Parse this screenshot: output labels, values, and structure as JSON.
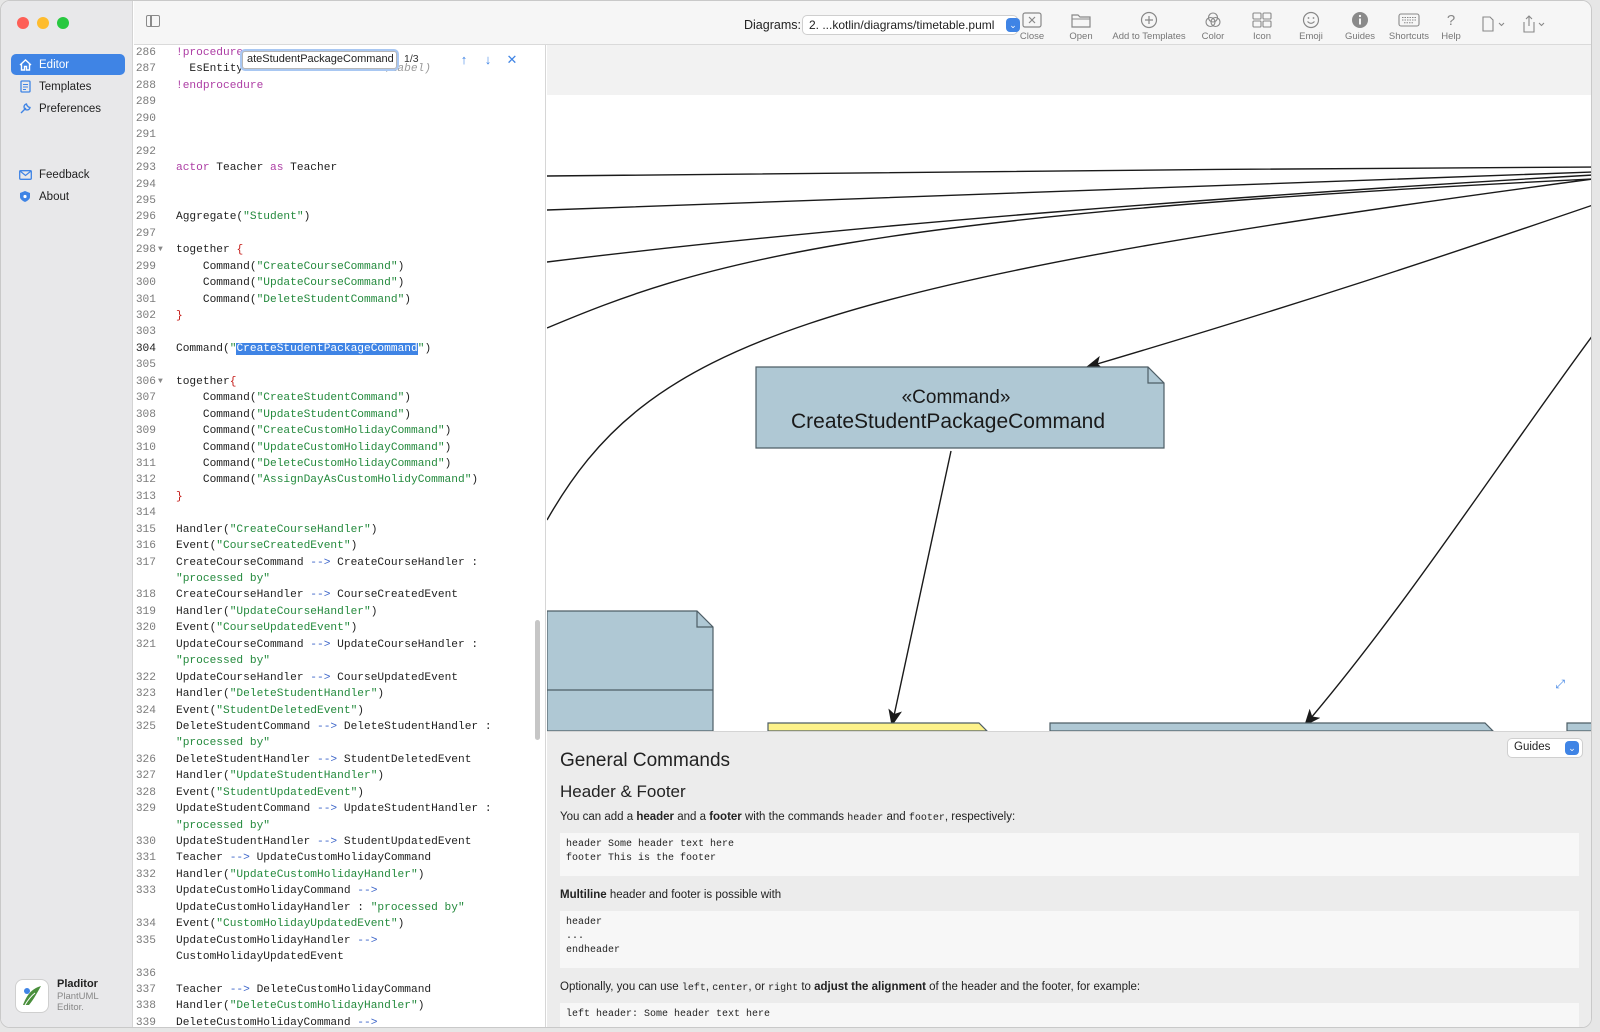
{
  "app": {
    "name": "Pladitor",
    "sub_line1": "PlantUML",
    "sub_line2": "Editor."
  },
  "sidebar": {
    "items": [
      {
        "label": "Editor",
        "icon": "home-icon",
        "active": true
      },
      {
        "label": "Templates",
        "icon": "document-icon"
      },
      {
        "label": "Preferences",
        "icon": "wrench-icon"
      }
    ],
    "items2": [
      {
        "label": "Feedback",
        "icon": "envelope-icon"
      },
      {
        "label": "About",
        "icon": "info-shield-icon"
      }
    ]
  },
  "toolbar": {
    "diagrams_label": "Diagrams:",
    "diagrams_value": "2. ...kotlin/diagrams/timetable.puml",
    "buttons": [
      {
        "label": "Close",
        "icon": "close-box-icon"
      },
      {
        "label": "Open",
        "icon": "folder-icon"
      },
      {
        "label": "Add to Templates",
        "icon": "plus-circle-icon"
      },
      {
        "label": "Color",
        "icon": "color-circles-icon"
      },
      {
        "label": "Icon",
        "icon": "grid-icon"
      },
      {
        "label": "Emoji",
        "icon": "smiley-icon"
      },
      {
        "label": "Guides",
        "icon": "info-circle-icon"
      },
      {
        "label": "Shortcuts",
        "icon": "keyboard-icon"
      },
      {
        "label": "Help",
        "icon": "question-icon"
      }
    ]
  },
  "find": {
    "query": "ateStudentPackageCommand",
    "count": "1/3"
  },
  "code": [
    {
      "n": "286",
      "t": "!procedure"
    },
    {
      "n": "287",
      "t": "  EsEntity"
    },
    {
      "n": "288",
      "t": "!endprocedure"
    },
    {
      "n": "289",
      "t": ""
    },
    {
      "n": "290",
      "t": ""
    },
    {
      "n": "291",
      "t": ""
    },
    {
      "n": "292",
      "t": ""
    },
    {
      "n": "293",
      "t": "actor Teacher as Teacher"
    },
    {
      "n": "294",
      "t": ""
    },
    {
      "n": "295",
      "t": ""
    },
    {
      "n": "296",
      "t": "Aggregate(\"Student\")"
    },
    {
      "n": "297",
      "t": ""
    },
    {
      "n": "298",
      "t": "together {",
      "fold": true
    },
    {
      "n": "299",
      "t": "    Command(\"CreateCourseCommand\")"
    },
    {
      "n": "300",
      "t": "    Command(\"UpdateCourseCommand\")"
    },
    {
      "n": "301",
      "t": "    Command(\"DeleteStudentCommand\")"
    },
    {
      "n": "302",
      "t": "}"
    },
    {
      "n": "303",
      "t": ""
    },
    {
      "n": "304",
      "t": "Command(\"CreateStudentPackageCommand\")",
      "current": true
    },
    {
      "n": "305",
      "t": ""
    },
    {
      "n": "306",
      "t": "together{",
      "fold": true
    },
    {
      "n": "307",
      "t": "    Command(\"CreateStudentCommand\")"
    },
    {
      "n": "308",
      "t": "    Command(\"UpdateStudentCommand\")"
    },
    {
      "n": "309",
      "t": "    Command(\"CreateCustomHolidayCommand\")"
    },
    {
      "n": "310",
      "t": "    Command(\"UpdateCustomHolidayCommand\")"
    },
    {
      "n": "311",
      "t": "    Command(\"DeleteCustomHolidayCommand\")"
    },
    {
      "n": "312",
      "t": "    Command(\"AssignDayAsCustomHolidyCommand\")"
    },
    {
      "n": "313",
      "t": "}"
    },
    {
      "n": "314",
      "t": ""
    },
    {
      "n": "315",
      "t": "Handler(\"CreateCourseHandler\")"
    },
    {
      "n": "316",
      "t": "Event(\"CourseCreatedEvent\")"
    },
    {
      "n": "317",
      "t": "CreateCourseCommand --> CreateCourseHandler :"
    },
    {
      "n": "",
      "t": "\"processed by\""
    },
    {
      "n": "318",
      "t": "CreateCourseHandler --> CourseCreatedEvent"
    },
    {
      "n": "319",
      "t": "Handler(\"UpdateCourseHandler\")"
    },
    {
      "n": "320",
      "t": "Event(\"CourseUpdatedEvent\")"
    },
    {
      "n": "321",
      "t": "UpdateCourseCommand --> UpdateCourseHandler :"
    },
    {
      "n": "",
      "t": "\"processed by\""
    },
    {
      "n": "322",
      "t": "UpdateCourseHandler --> CourseUpdatedEvent"
    },
    {
      "n": "323",
      "t": "Handler(\"DeleteStudentHandler\")"
    },
    {
      "n": "324",
      "t": "Event(\"StudentDeletedEvent\")"
    },
    {
      "n": "325",
      "t": "DeleteStudentCommand --> DeleteStudentHandler :"
    },
    {
      "n": "",
      "t": "\"processed by\""
    },
    {
      "n": "326",
      "t": "DeleteStudentHandler --> StudentDeletedEvent"
    },
    {
      "n": "327",
      "t": "Handler(\"UpdateStudentHandler\")"
    },
    {
      "n": "328",
      "t": "Event(\"StudentUpdatedEvent\")"
    },
    {
      "n": "329",
      "t": "UpdateStudentCommand --> UpdateStudentHandler :"
    },
    {
      "n": "",
      "t": "\"processed by\""
    },
    {
      "n": "330",
      "t": "UpdateStudentHandler --> StudentUpdatedEvent"
    },
    {
      "n": "331",
      "t": "Teacher --> UpdateCustomHolidayCommand"
    },
    {
      "n": "332",
      "t": "Handler(\"UpdateCustomHolidayHandler\")"
    },
    {
      "n": "333",
      "t": "UpdateCustomHolidayCommand -->"
    },
    {
      "n": "",
      "t": "UpdateCustomHolidayHandler : \"processed by\""
    },
    {
      "n": "334",
      "t": "Event(\"CustomHolidayUpdatedEvent\")"
    },
    {
      "n": "335",
      "t": "UpdateCustomHolidayHandler -->"
    },
    {
      "n": "",
      "t": "CustomHolidayUpdatedEvent"
    },
    {
      "n": "336",
      "t": ""
    },
    {
      "n": "337",
      "t": "Teacher --> DeleteCustomHolidayCommand"
    },
    {
      "n": "338",
      "t": "Handler(\"DeleteCustomHolidayHandler\")"
    },
    {
      "n": "339",
      "t": "DeleteCustomHolidayCommand -->"
    }
  ],
  "code_fragments": {
    "label_param": "$label)"
  },
  "diagram": {
    "command_stereotype": "«Command»",
    "command_name": "CreateStudentPackageCommand"
  },
  "guides": {
    "selector": "Guides",
    "h1": "General Commands",
    "h2": "Header & Footer",
    "p1_a": "You can add a ",
    "p1_b": "header",
    "p1_c": " and a ",
    "p1_d": "footer",
    "p1_e": " with the commands ",
    "p1_f": "header",
    "p1_g": " and ",
    "p1_h": "footer",
    "p1_i": ", respectively:",
    "code1": "header Some header text here\nfooter This is the footer",
    "p2_a": "Multiline",
    "p2_b": " header and footer is possible with",
    "code2": "header\n...\nendheader",
    "p3_a": "Optionally, you can use ",
    "p3_b": "left",
    "p3_c": ", ",
    "p3_d": "center",
    "p3_e": ", or ",
    "p3_f": "right",
    "p3_g": " to ",
    "p3_h": "adjust the alignment",
    "p3_i": " of the header and the footer, for example:",
    "code3": "left header: Some header text here"
  },
  "colors": {
    "accent": "#3f84e5",
    "node_fill": "#afc8d4",
    "node_stroke": "#4e5e66",
    "handler_fill": "#fdf28a"
  }
}
